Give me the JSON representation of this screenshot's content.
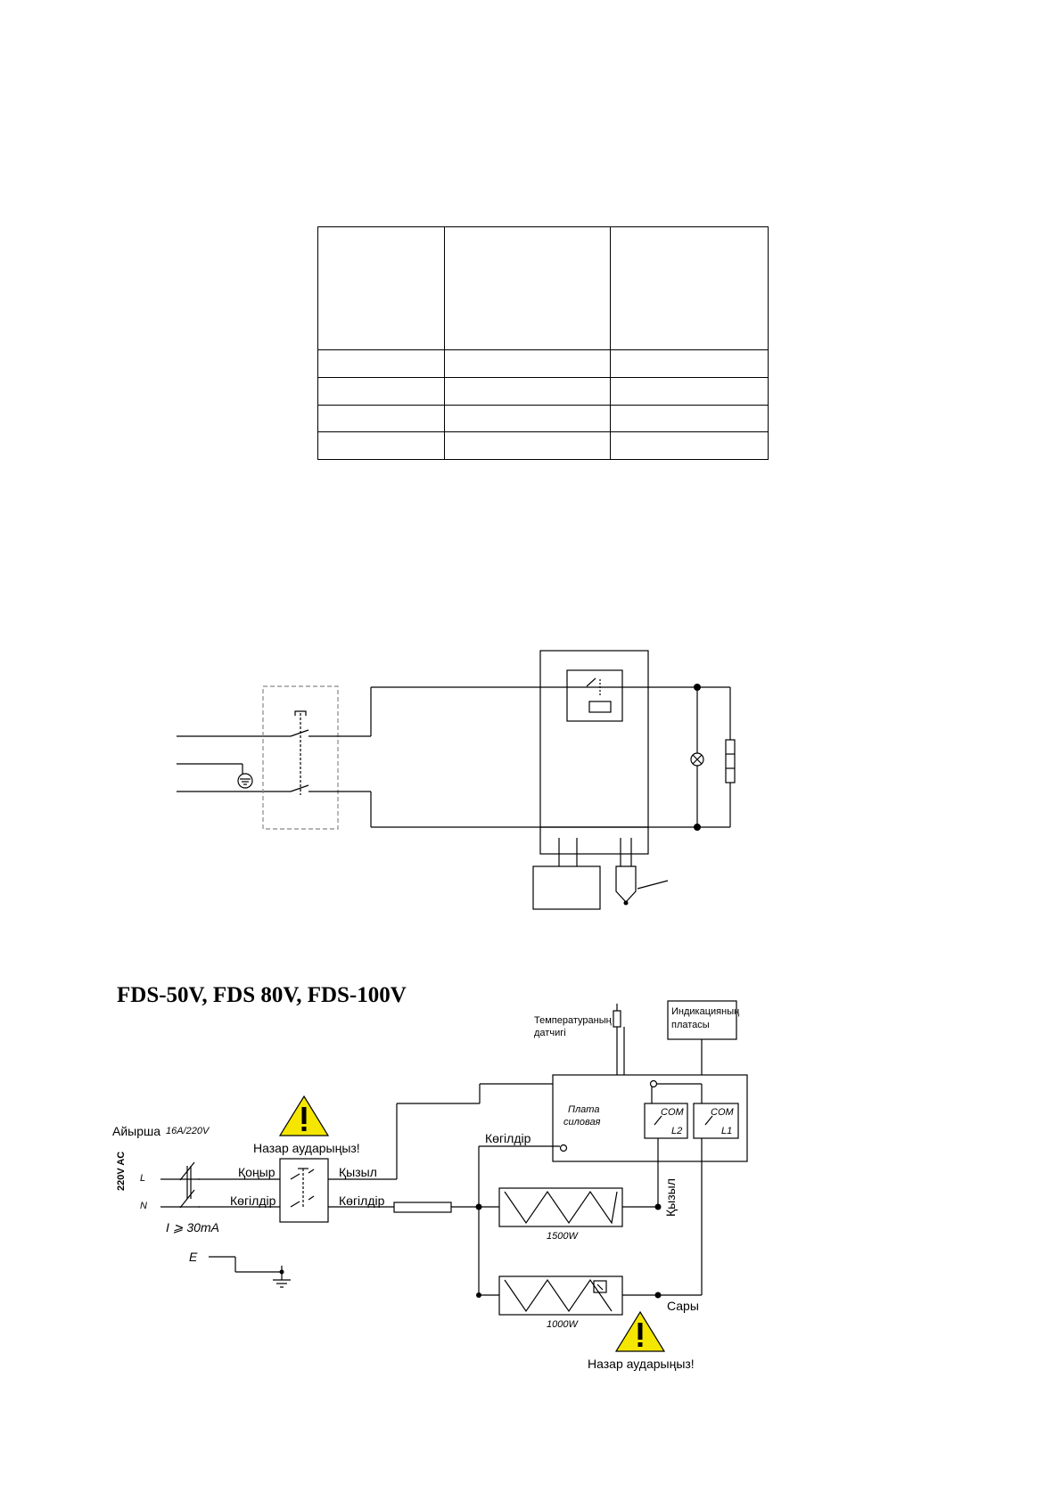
{
  "table": {
    "rows": 5,
    "cols": 3
  },
  "diagram2": {
    "title": "FDS-50V, FDS 80V, FDS-100V",
    "labels": {
      "temp_sensor_line1": "Температураның",
      "temp_sensor_line2": "датчигі",
      "indication_line1": "Индикацияның",
      "indication_line2": "платасы",
      "power_board_line1": "Плата",
      "power_board_line2": "силовая",
      "com1": "COM",
      "com2": "COM",
      "l1": "L1",
      "l2": "L2",
      "breaker": "Айырша",
      "breaker_rating": "16A/220V",
      "warning_top": "Назар аударыңыз!",
      "warning_bottom": "Назар аударыңыз!",
      "supply": "220V AC",
      "line_l": "L",
      "line_n": "N",
      "line_e": "E",
      "rcd": "I ⩾ 30mA",
      "brown": "Қоңыр",
      "blue_in": "Көгілдір",
      "red_out": "Қызыл",
      "blue_out": "Көгілдір",
      "blue_board": "Көгілдір",
      "red_vertical": "Қызыл",
      "yellow": "Сары",
      "heater1": "1500W",
      "heater2": "1000W"
    },
    "colors": {
      "warning_fill": "#f5e600"
    }
  }
}
